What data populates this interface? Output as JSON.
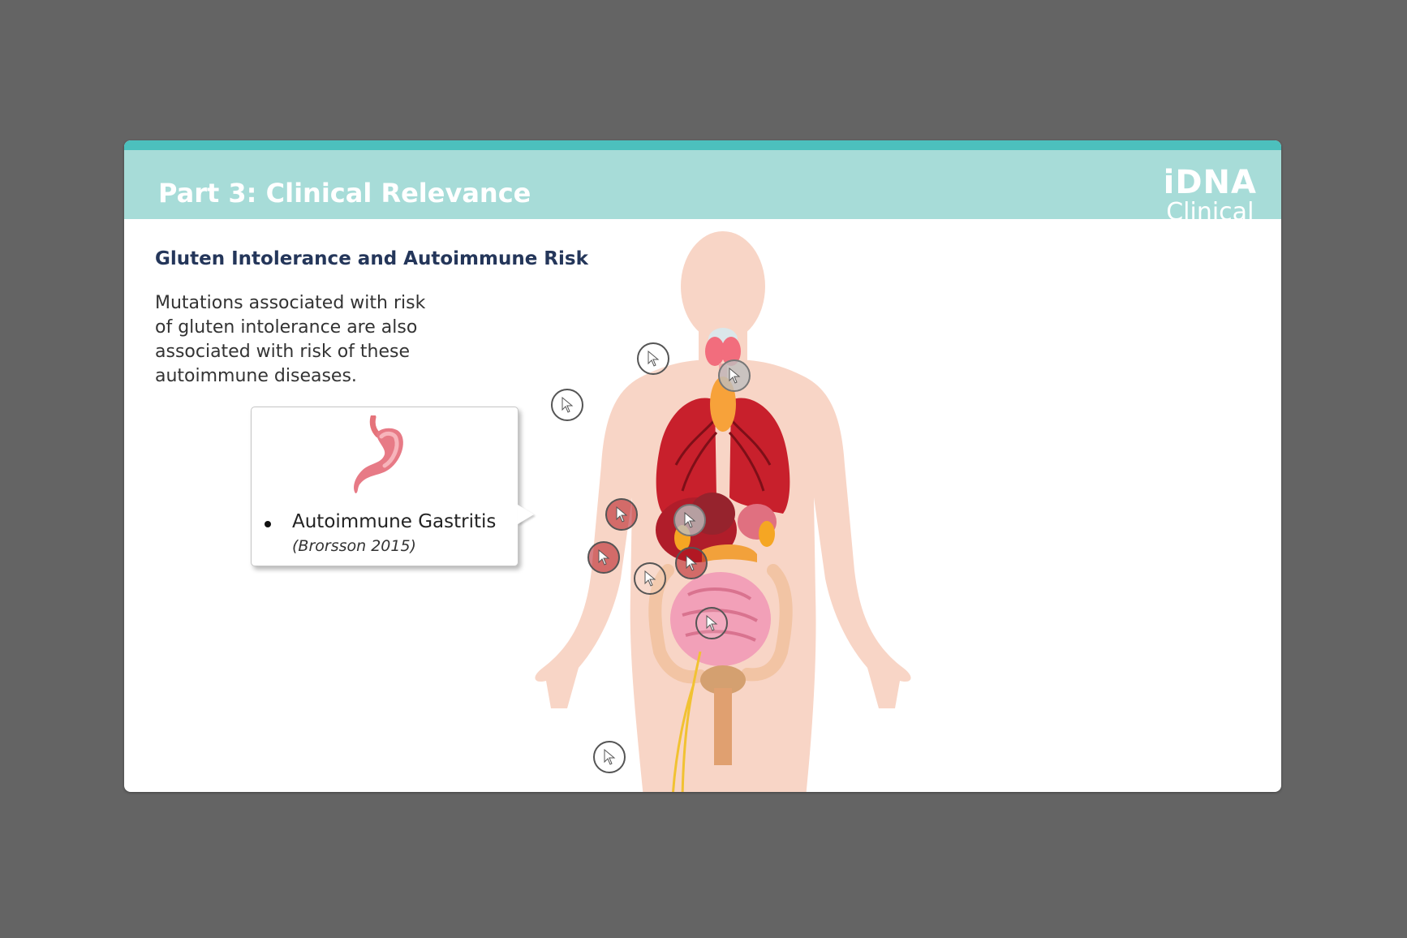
{
  "header": {
    "title": "Part 3: Clinical Relevance",
    "logo_top": "iDNA",
    "logo_bottom": "Clinical"
  },
  "content": {
    "section_title": "Gluten Intolerance and Autoimmune Risk",
    "intro": "Mutations associated with risk of gluten intolerance are also associated with risk of these autoimmune diseases."
  },
  "callout": {
    "icon": "stomach-icon",
    "item": "Autoimmune Gastritis",
    "citation": "(Brorsson 2015)"
  },
  "hotspots": [
    {
      "name": "hotspot-thyroid",
      "style": "plain"
    },
    {
      "name": "hotspot-right-shoulder",
      "style": "grey"
    },
    {
      "name": "hotspot-left-arm",
      "style": "plain"
    },
    {
      "name": "hotspot-liver",
      "style": "red"
    },
    {
      "name": "hotspot-stomach",
      "style": "grey"
    },
    {
      "name": "hotspot-gallbladder",
      "style": "red"
    },
    {
      "name": "hotspot-pancreas",
      "style": "plain"
    },
    {
      "name": "hotspot-spleen",
      "style": "red"
    },
    {
      "name": "hotspot-intestine",
      "style": "plain"
    },
    {
      "name": "hotspot-nerve",
      "style": "plain"
    }
  ],
  "colors": {
    "background": "#646464",
    "header_bar": "#a7dcd8",
    "header_accent": "#4cc0bd",
    "title_text": "#24365a",
    "skin": "#f8d5c6"
  }
}
